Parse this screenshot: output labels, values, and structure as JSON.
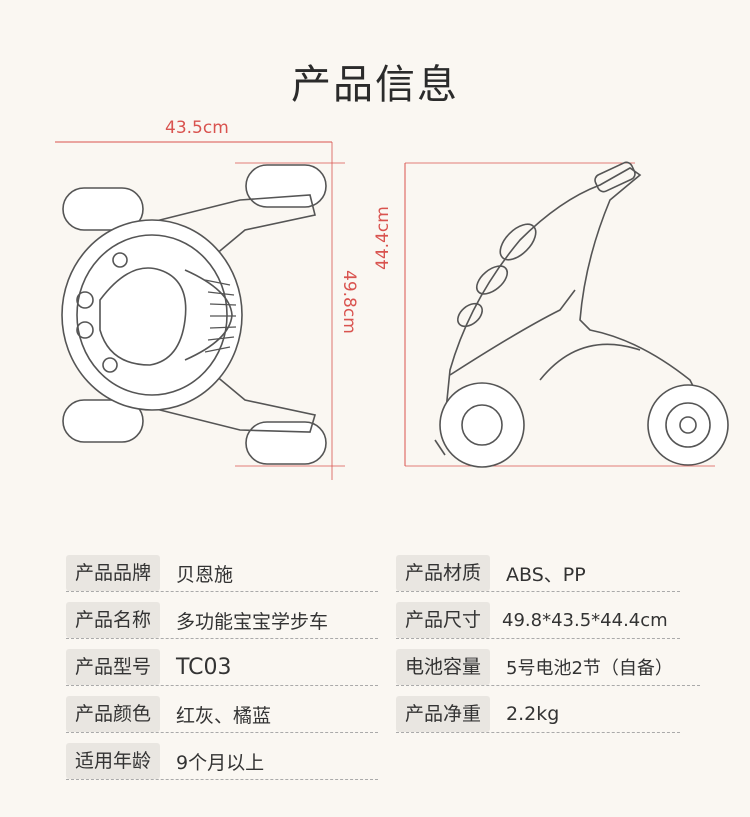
{
  "title": "产品信息",
  "dimensions": {
    "width": "43.5cm",
    "depth": "49.8cm",
    "height": "44.4cm"
  },
  "specs_left": [
    {
      "label": "产品品牌",
      "value": "贝恩施"
    },
    {
      "label": "产品名称",
      "value": "多功能宝宝学步车"
    },
    {
      "label": "产品型号",
      "value": "TC03"
    },
    {
      "label": "产品颜色",
      "value": "红灰、橘蓝"
    },
    {
      "label": "适用年龄",
      "value": "9个月以上"
    }
  ],
  "specs_right": [
    {
      "label": "产品材质",
      "value": "ABS、PP"
    },
    {
      "label": "产品尺寸",
      "value": "49.8*43.5*44.4cm"
    },
    {
      "label": "电池容量",
      "value": "5号电池2节（自备）"
    },
    {
      "label": "产品净重",
      "value": "2.2kg"
    }
  ],
  "colors": {
    "dimension_line": "#d9534f",
    "label_bg": "#e9e6e1",
    "background": "#faf7f2"
  }
}
